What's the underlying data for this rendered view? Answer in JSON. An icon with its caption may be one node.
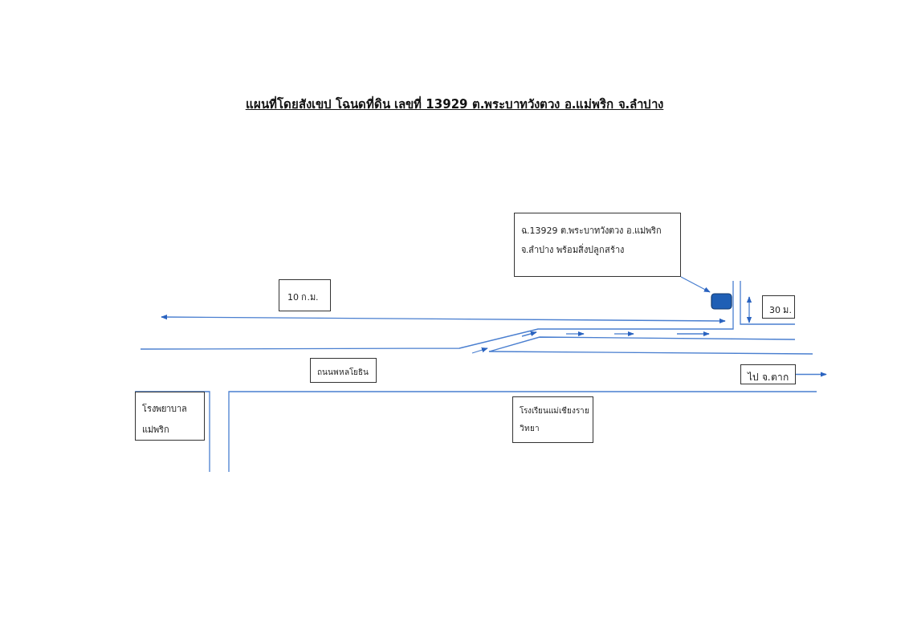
{
  "diagram": {
    "title": "แผนที่โดยสังเขป โฉนดที่ดิน เลขที่ 13929 ต.พระบาทวังตวง อ.แม่พริก จ.ลำปาง",
    "nodes": [
      {
        "text": [
          "ฉ.13929 ต.พระบาทวังตวง อ.แม่พริก",
          "จ.ลำปาง พร้อมสิ่งปลูกสร้าง"
        ]
      },
      {
        "text": [],
        "shape": "box"
      },
      {
        "text": [
          "10 ก.ม."
        ]
      },
      {
        "text": [
          "30 ม."
        ]
      },
      {
        "text": [
          "ถนนพหลโยธิน"
        ]
      },
      {
        "text": [
          "ไป จ.ตาก"
        ]
      },
      {
        "text": [
          "โรงพยาบาล แม่พริก"
        ]
      },
      {
        "text": [
          "โรงเรียนแม่เชียงราย วิทยา"
        ]
      }
    ],
    "edges": [
      {
        "from": 0,
        "to": 1,
        "arrow": "to"
      },
      {
        "from": 5,
        "to": null,
        "arrow": "to"
      }
    ]
  }
}
